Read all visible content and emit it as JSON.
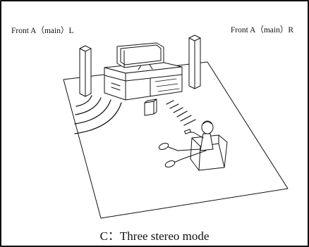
{
  "labels": {
    "front_left": "Front A（main）L",
    "front_right": "Front A（main）R"
  },
  "caption": "C：Three stereo mode"
}
